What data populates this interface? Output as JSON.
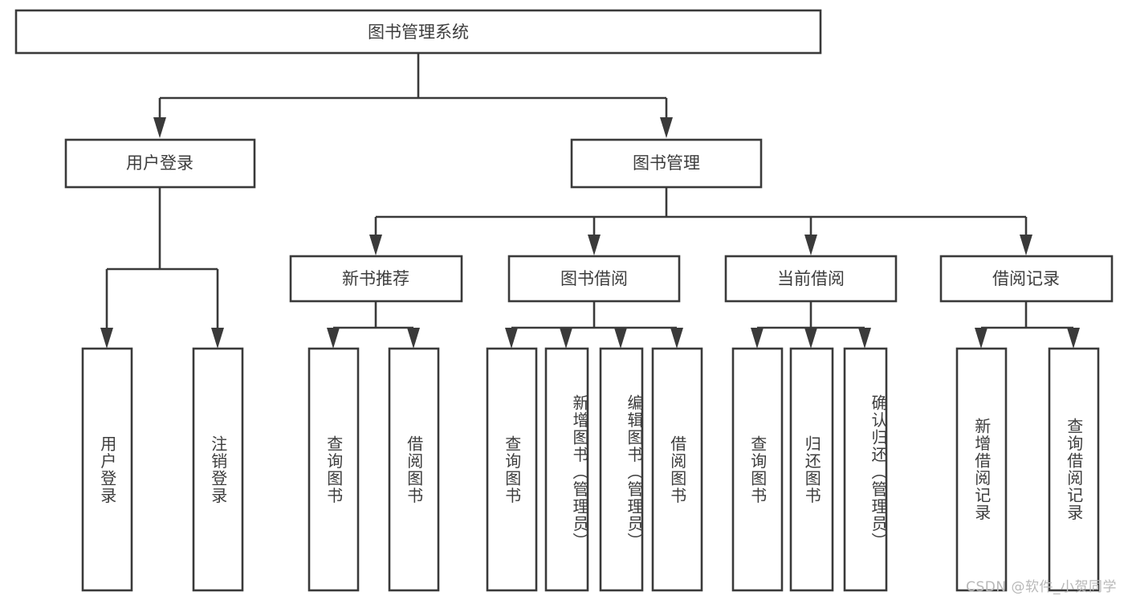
{
  "diagram": {
    "type": "tree-hierarchy",
    "title": "图书管理系统",
    "root": {
      "label": "图书管理系统",
      "children": [
        {
          "label": "用户登录",
          "children": [
            {
              "label": "用户登录"
            },
            {
              "label": "注销登录"
            }
          ]
        },
        {
          "label": "图书管理",
          "children": [
            {
              "label": "新书推荐",
              "children": [
                {
                  "label": "查询图书"
                },
                {
                  "label": "借阅图书"
                }
              ]
            },
            {
              "label": "图书借阅",
              "children": [
                {
                  "label": "查询图书"
                },
                {
                  "label": "新增图书（管理员）"
                },
                {
                  "label": "编辑图书（管理员）"
                },
                {
                  "label": "借阅图书"
                }
              ]
            },
            {
              "label": "当前借阅",
              "children": [
                {
                  "label": "查询图书"
                },
                {
                  "label": "归还图书"
                },
                {
                  "label": "确认归还（管理员）"
                }
              ]
            },
            {
              "label": "借阅记录",
              "children": [
                {
                  "label": "新增借阅记录"
                },
                {
                  "label": "查询借阅记录"
                }
              ]
            }
          ]
        }
      ]
    },
    "nodes": {
      "root_title": "图书管理系统",
      "level1": {
        "user_login": "用户登录",
        "book_management": "图书管理"
      },
      "level2": {
        "new_book_recommend": "新书推荐",
        "book_borrow": "图书借阅",
        "current_borrow": "当前借阅",
        "borrow_record": "借阅记录"
      },
      "leaves": {
        "user_login_leaf": "用户登录",
        "logout_leaf": "注销登录",
        "rec_query_book": "查询图书",
        "rec_borrow_book": "借阅图书",
        "borrow_query_book": "查询图书",
        "borrow_add_book": "新增图书（管理员）",
        "borrow_edit_book": "编辑图书（管理员）",
        "borrow_borrow_book": "借阅图书",
        "current_query_book": "查询图书",
        "current_return_book": "归还图书",
        "current_confirm_return": "确认归还（管理员）",
        "record_add": "新增借阅记录",
        "record_query": "查询借阅记录"
      }
    },
    "colors": {
      "stroke": "#3a3a3a",
      "text": "#3d3d3d",
      "background": "#ffffff",
      "watermark": "#b8b8b8"
    }
  },
  "watermark": {
    "text": "CSDN @软件_小贺同学"
  }
}
